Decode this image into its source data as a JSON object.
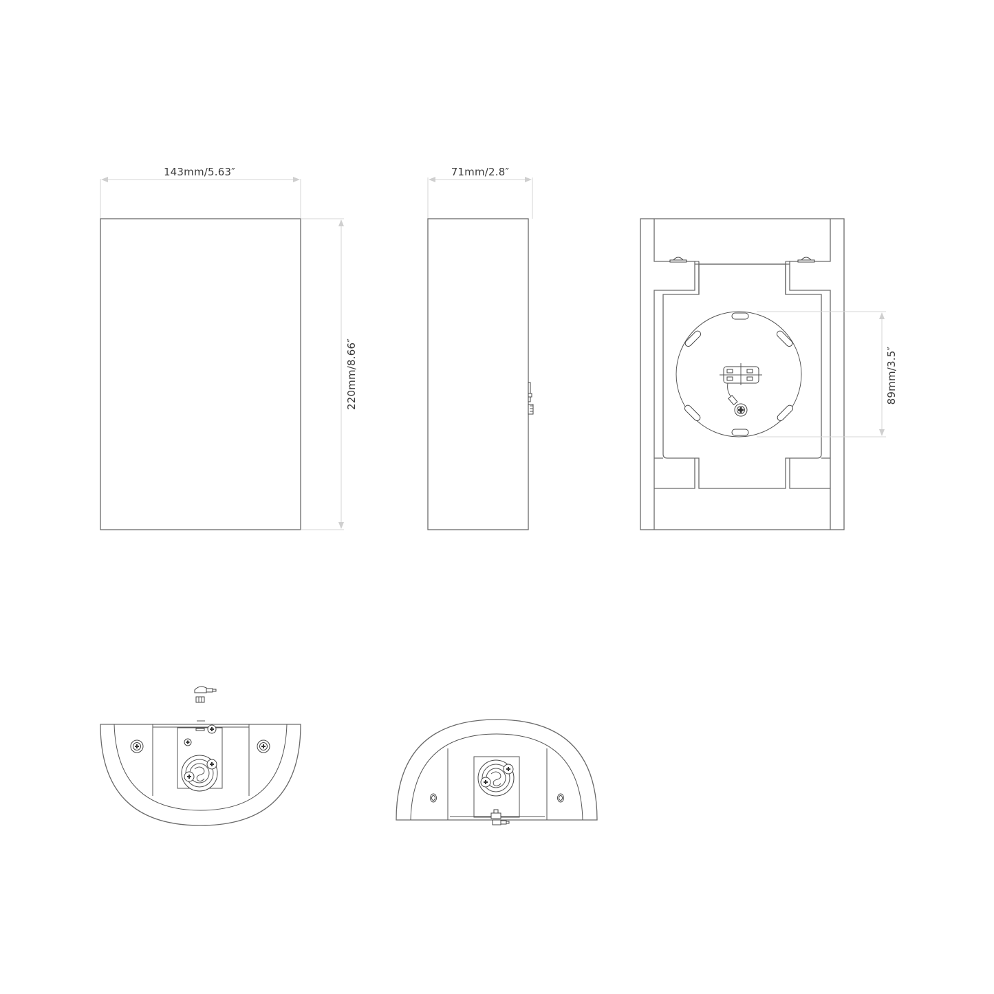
{
  "drawing": {
    "type": "technical-dimension-drawing",
    "line_color": "#6a6a6a",
    "dimension_line_color": "#d6d6d6",
    "text_color": "#3a3a3a",
    "views": {
      "front": {
        "width_label": "143mm/5.63″",
        "height_label": "220mm/8.66″"
      },
      "side": {
        "depth_label": "71mm/2.8″"
      },
      "back": {
        "mount_label": "89mm/3.5″"
      },
      "bottom": {},
      "top": {}
    }
  }
}
